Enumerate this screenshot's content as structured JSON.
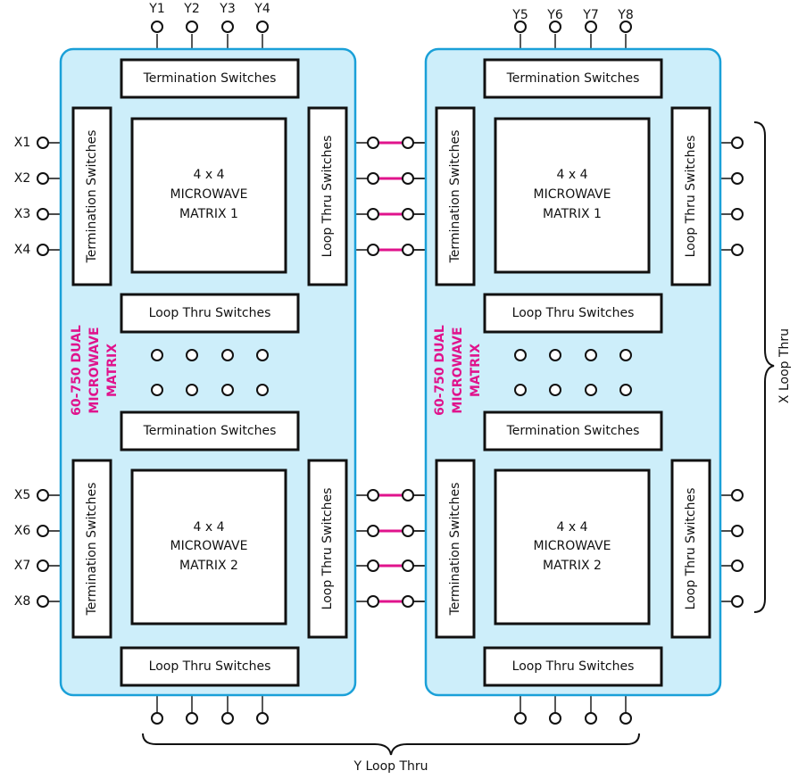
{
  "y_top_left": [
    "Y1",
    "Y2",
    "Y3",
    "Y4"
  ],
  "y_top_right": [
    "Y5",
    "Y6",
    "Y7",
    "Y8"
  ],
  "x_left_top": [
    "X1",
    "X2",
    "X3",
    "X4"
  ],
  "x_left_bottom": [
    "X5",
    "X6",
    "X7",
    "X8"
  ],
  "termination": "Termination Switches",
  "loop_thru": "Loop Thru Switches",
  "matrix1": [
    "4 x 4",
    "MICROWAVE",
    "MATRIX 1"
  ],
  "matrix2": [
    "4 x 4",
    "MICROWAVE",
    "MATRIX 2"
  ],
  "dual_label": [
    "60-750 DUAL",
    "MICROWAVE",
    "MATRIX"
  ],
  "x_loop_thru": "X Loop Thru",
  "y_loop_thru": "Y Loop Thru",
  "colors": {
    "panel_fill": "#cdeefa",
    "panel_stroke": "#1aa0d8",
    "accent": "#e0138c",
    "line": "#111111"
  }
}
